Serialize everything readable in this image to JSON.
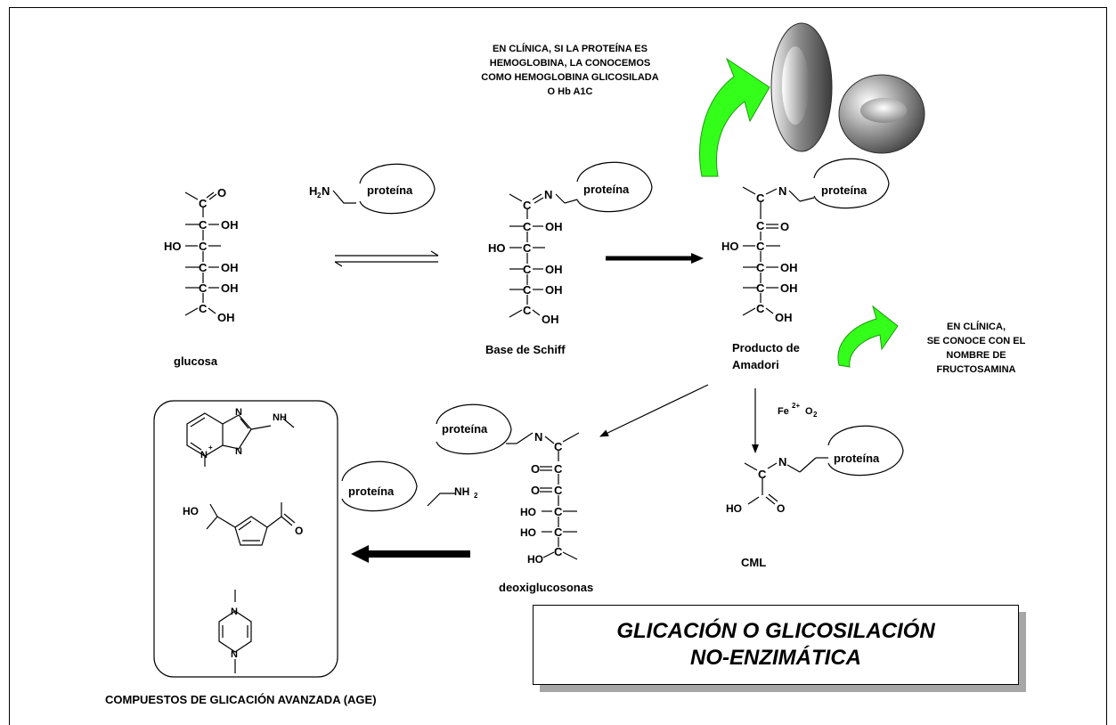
{
  "title": {
    "line1": "GLICACIÓN O GLICOSILACIÓN",
    "line2": "NO-ENZIMÁTICA"
  },
  "notes": {
    "hba1c": [
      "EN CLÍNICA, SI LA PROTEÍNA ES",
      "HEMOGLOBINA, LA CONOCEMOS",
      "COMO HEMOGLOBINA GLICOSILADA",
      "O  Hb A1C"
    ],
    "fructosamina": [
      "EN CLÍNICA,",
      "SE CONOCE CON EL",
      "NOMBRE DE",
      "FRUCTOSAMINA"
    ]
  },
  "compounds": {
    "glucosa": "glucosa",
    "schiff": "Base de Schiff",
    "amadori_1": "Producto de",
    "amadori_2": "Amadori",
    "deoxi": "deoxiglucosonas",
    "cml": "CML",
    "age": "COMPUESTOS DE GLICACIÓN AVANZADA (AGE)"
  },
  "protein_label": "proteína",
  "atoms": {
    "C": "C",
    "O": "O",
    "OH": "OH",
    "HO": "HO",
    "N": "N",
    "H": "H",
    "Fe": "Fe",
    "H2": "H",
    "NH": "NH",
    "two": "2",
    "charge": "2+",
    "plus": "+"
  },
  "colors": {
    "arrow_green": "#33ff1a",
    "arrow_green_dark": "#1f9910",
    "shadow": "#a6a6a6"
  }
}
